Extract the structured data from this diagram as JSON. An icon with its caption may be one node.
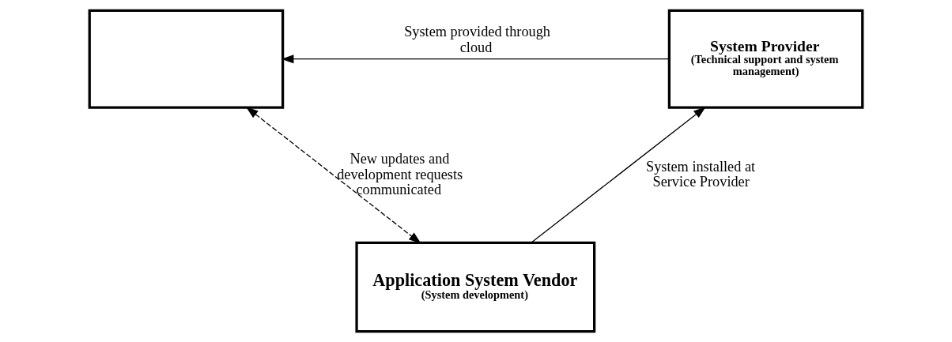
{
  "diagram": {
    "nodes": [
      {
        "text": [],
        "shape": "box"
      },
      {
        "text": [
          "System Provider",
          "(Technical support and system management)"
        ]
      },
      {
        "text": [
          "Application System Vendor",
          "(System development)"
        ]
      }
    ],
    "edges": [
      {
        "from": 1,
        "to": 0,
        "arrow": "to",
        "label": "System provided through cloud"
      },
      {
        "from": 0,
        "to": 2,
        "arrow": "both",
        "style": "dashed",
        "label": "New updates and development requests communicated"
      },
      {
        "from": 2,
        "to": 1,
        "arrow": "to",
        "label": "System installed at Service Provider"
      }
    ]
  }
}
